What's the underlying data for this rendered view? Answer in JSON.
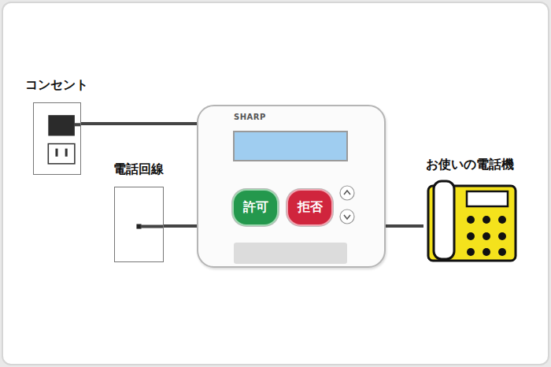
{
  "diagram": {
    "nodes": [
      {
        "text": [
          "コンセント"
        ]
      },
      {
        "text": [
          "電話回線"
        ]
      },
      {
        "text": [
          "SHARP"
        ]
      },
      {
        "text": [
          "許可"
        ],
        "in": 2
      },
      {
        "text": [
          "拒否"
        ],
        "in": 2
      },
      {
        "text": [
          "お使いの電話機"
        ]
      }
    ],
    "edges": [
      {
        "from": 0,
        "to": 2,
        "arrow": "none"
      },
      {
        "from": 1,
        "to": 2,
        "arrow": "none"
      },
      {
        "from": 2,
        "to": 5,
        "arrow": "none"
      }
    ]
  }
}
